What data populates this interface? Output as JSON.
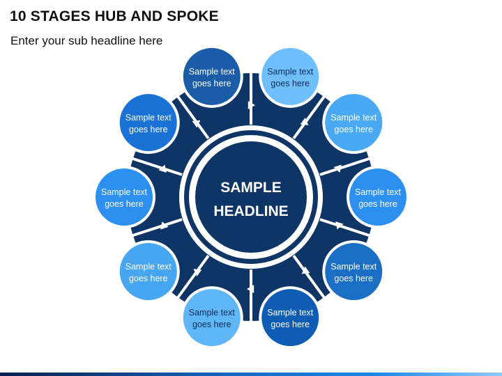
{
  "title": "10 STAGES HUB AND SPOKE",
  "subtitle": "Enter your sub headline here",
  "hub": {
    "line1": "SAMPLE",
    "line2": "HEADLINE"
  },
  "stages": [
    {
      "line1": "Sample text",
      "line2": "goes here",
      "color": "#1a5ca8",
      "text_dark": false
    },
    {
      "line1": "Sample text",
      "line2": "goes here",
      "color": "#6fbfff",
      "text_dark": true
    },
    {
      "line1": "Sample text",
      "line2": "goes here",
      "color": "#49a9f5",
      "text_dark": false
    },
    {
      "line1": "Sample text",
      "line2": "goes here",
      "color": "#2d8ff0",
      "text_dark": false
    },
    {
      "line1": "Sample text",
      "line2": "goes here",
      "color": "#1a6fc4",
      "text_dark": false
    },
    {
      "line1": "Sample text",
      "line2": "goes here",
      "color": "#0f5cb5",
      "text_dark": false
    },
    {
      "line1": "Sample text",
      "line2": "goes here",
      "color": "#5fb7f7",
      "text_dark": true
    },
    {
      "line1": "Sample text",
      "line2": "goes here",
      "color": "#47a6f2",
      "text_dark": false
    },
    {
      "line1": "Sample text",
      "line2": "goes here",
      "color": "#2d8ff0",
      "text_dark": false
    },
    {
      "line1": "Sample text",
      "line2": "goes here",
      "color": "#1a72d6",
      "text_dark": false
    }
  ],
  "colors": {
    "ring": "#0f3566",
    "hub": "#0f3566",
    "spoke": "#ffffff"
  }
}
